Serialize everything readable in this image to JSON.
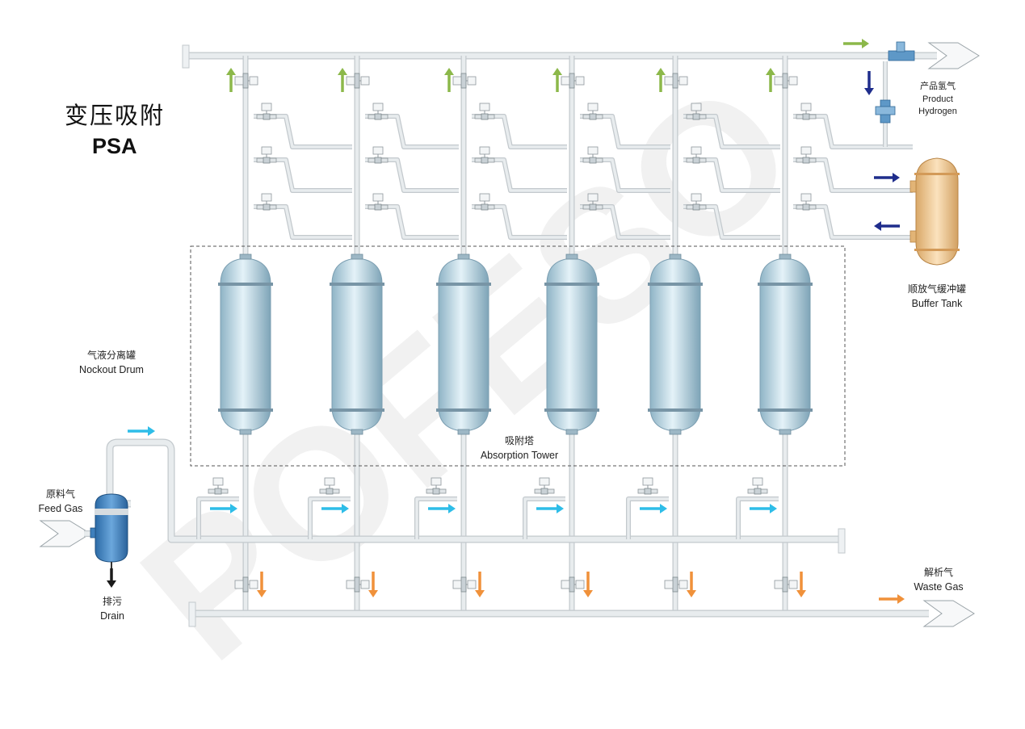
{
  "title": {
    "zh": "变压吸附",
    "en": "PSA"
  },
  "labels": {
    "product": {
      "zh": "产品氢气",
      "en1": "Product",
      "en2": "Hydrogen"
    },
    "buffer": {
      "zh": "顺放气缓冲罐",
      "en": "Buffer Tank"
    },
    "nockout": {
      "zh": "气液分离罐",
      "en": "Nockout Drum"
    },
    "tower": {
      "zh": "吸附塔",
      "en": "Absorption Tower"
    },
    "feed": {
      "zh": "原料气",
      "en": "Feed Gas"
    },
    "drain": {
      "zh": "排污",
      "en": "Drain"
    },
    "waste": {
      "zh": "解析气",
      "en": "Waste Gas"
    }
  },
  "watermark": "POFESO",
  "tower_count": 6,
  "colors": {
    "pipe": "#e8ecee",
    "pipe_edge": "#c3c9cd",
    "tower_body": "#b9d6e3",
    "green_arrow": "#8cb84a",
    "cyan_arrow": "#2ebde8",
    "orange_arrow": "#f0913a",
    "navy_arrow": "#1f2d8c",
    "drum": "#3d7fbd",
    "buffer_tank": "#e9c38e"
  }
}
